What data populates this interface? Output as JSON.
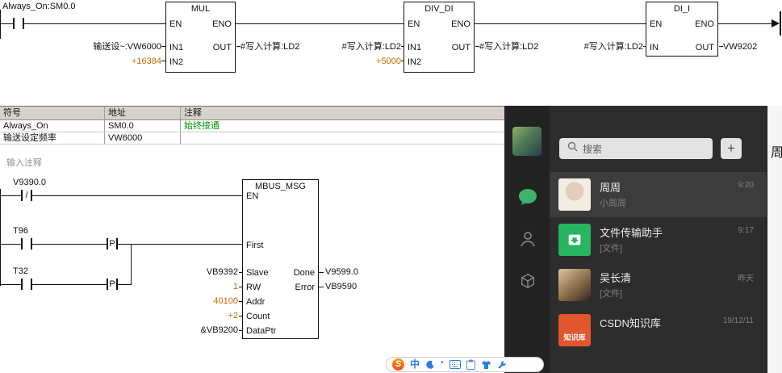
{
  "plc": {
    "n1": {
      "contact_label": "Always_On:SM0.0",
      "mul": {
        "title": "MUL",
        "en": "EN",
        "eno": "ENO",
        "in1": "IN1",
        "in2": "IN2",
        "out": "OUT",
        "in1_operand": "输送设~:VW6000",
        "in2_operand": "+16384",
        "out_operand": "#写入计算:LD2"
      },
      "div": {
        "title": "DIV_DI",
        "en": "EN",
        "eno": "ENO",
        "in1": "IN1",
        "in2": "IN2",
        "out": "OUT",
        "in1_operand": "#写入计算:LD2",
        "in2_operand": "+5000",
        "out_operand": "#写入计算:LD2"
      },
      "dii": {
        "title": "DI_I",
        "en": "EN",
        "eno": "ENO",
        "in": "IN",
        "out": "OUT",
        "in_operand": "#写入计算:LD2",
        "out_operand": "VW9202"
      }
    },
    "symbol_table": {
      "headers": [
        "符号",
        "地址",
        "注释"
      ],
      "rows": [
        {
          "sym": "Always_On",
          "addr": "SM0.0",
          "comment": "始终接通"
        },
        {
          "sym": "输送设定频率",
          "addr": "VW6000",
          "comment": ""
        }
      ]
    },
    "n2": {
      "comment": "输入注释",
      "c1": {
        "label": "V9390.0",
        "slash": "/"
      },
      "c2": {
        "label": "T96",
        "edge": "P"
      },
      "c3": {
        "label": "T32",
        "edge": "P"
      },
      "block": {
        "title": "MBUS_MSG",
        "en": "EN",
        "first": "First",
        "slave": "Slave",
        "rw": "RW",
        "addr": "Addr",
        "count": "Count",
        "dataptr": "DataPtr",
        "done": "Done",
        "error": "Error",
        "slave_operand": "VB9392",
        "rw_operand": "1",
        "addr_operand": "40100",
        "count_operand": "+2",
        "dataptr_operand": "&VB9200",
        "done_operand": "V9599.0",
        "error_operand": "VB9590"
      }
    }
  },
  "wechat": {
    "search_placeholder": "搜索",
    "plus_label": "+",
    "chat_title_partial": "周",
    "csdn_avatar_text": "知识库",
    "chats": [
      {
        "name": "周周",
        "time": "9:20",
        "preview": "小周周"
      },
      {
        "name": "文件传输助手",
        "time": "9:17",
        "preview": "[文件]"
      },
      {
        "name": "吴长清",
        "time": "昨天",
        "preview": "[文件]"
      },
      {
        "name": "CSDN知识库",
        "time": "19/12/11",
        "preview": ""
      }
    ],
    "sidebar_icons": [
      "chat-icon",
      "contacts-icon",
      "collections-icon"
    ]
  },
  "sogou": {
    "logo_letter": "S",
    "mode_label": "中",
    "punct_label": "’",
    "icons": [
      "sogou-logo",
      "chinese-english-toggle",
      "night-mode",
      "punctuation",
      "keyboard",
      "clipboard",
      "skin",
      "toolbox"
    ]
  },
  "colors": {
    "constant_orange": "#c66b00",
    "comment_green": "#009900",
    "wechat_green": "#3eb370",
    "file_helper_green": "#28b560",
    "csdn_orange": "#e1562f"
  }
}
